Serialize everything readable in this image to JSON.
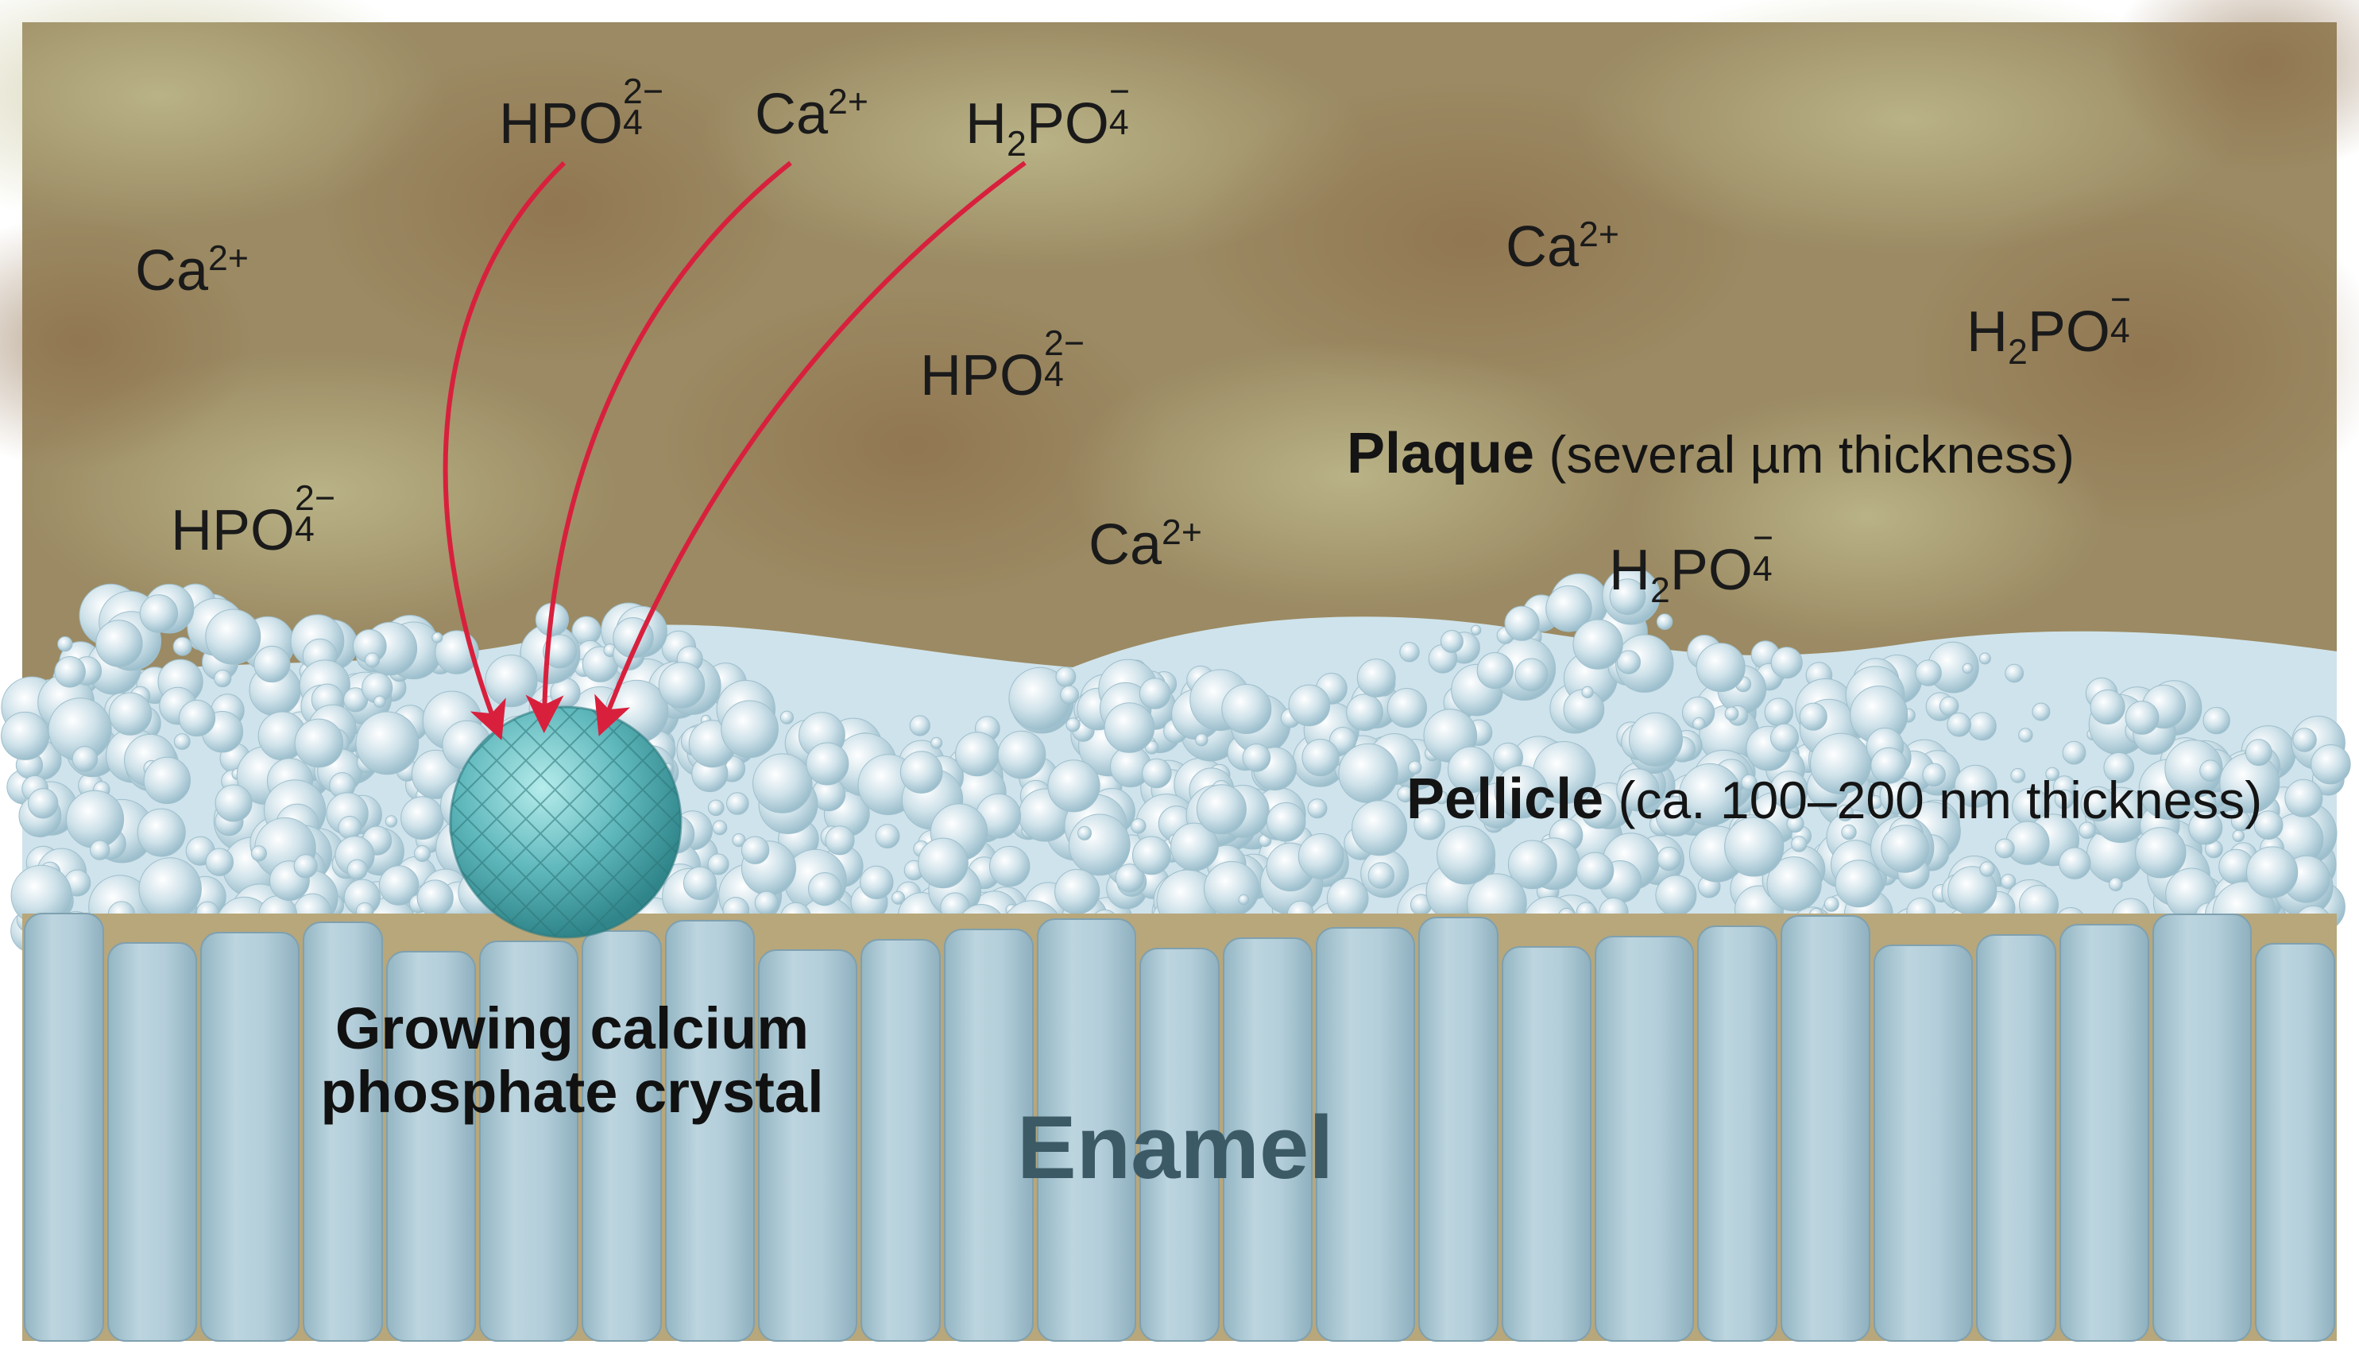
{
  "ions": [
    {
      "id": "ion-hpo4-top",
      "base": "HPO",
      "sub": "4",
      "sup": "2−",
      "mode": "stack"
    },
    {
      "id": "ion-ca-top",
      "base": "Ca",
      "sup": "2+",
      "mode": "sup"
    },
    {
      "id": "ion-h2po4-top",
      "base": "H",
      "sub1": "2",
      "base2": "PO",
      "sub": "4",
      "sup": "−",
      "mode": "stack2"
    },
    {
      "id": "ion-ca-left",
      "base": "Ca",
      "sup": "2+",
      "mode": "sup"
    },
    {
      "id": "ion-hpo4-mid",
      "base": "HPO",
      "sub": "4",
      "sup": "2−",
      "mode": "stack"
    },
    {
      "id": "ion-ca-right",
      "base": "Ca",
      "sup": "2+",
      "mode": "sup"
    },
    {
      "id": "ion-h2po4-right",
      "base": "H",
      "sub1": "2",
      "base2": "PO",
      "sub": "4",
      "sup": "−",
      "mode": "stack2"
    },
    {
      "id": "ion-hpo4-left",
      "base": "HPO",
      "sub": "4",
      "sup": "2−",
      "mode": "stack"
    },
    {
      "id": "ion-ca-center",
      "base": "Ca",
      "sup": "2+",
      "mode": "sup"
    },
    {
      "id": "ion-h2po4-center",
      "base": "H",
      "sub1": "2",
      "base2": "PO",
      "sub": "4",
      "sup": "−",
      "mode": "stack2"
    }
  ],
  "labels": {
    "plaque_title": "Plaque",
    "plaque_note": "(several µm thickness)",
    "pellicle_title": "Pellicle",
    "pellicle_note": "(ca. 100–200 nm thickness)",
    "crystal_line1": "Growing calcium",
    "crystal_line2": "phosphate crystal",
    "enamel": "Enamel"
  },
  "colors": {
    "plaque": "#9b8a63",
    "plaque_light": "#b7b08a",
    "pellicle": "#cfe3ec",
    "enamel": "#a9c6d3",
    "crystal": "#5fb8bc",
    "arrow": "#d8203d",
    "enamel_text": "#3c5a66"
  }
}
